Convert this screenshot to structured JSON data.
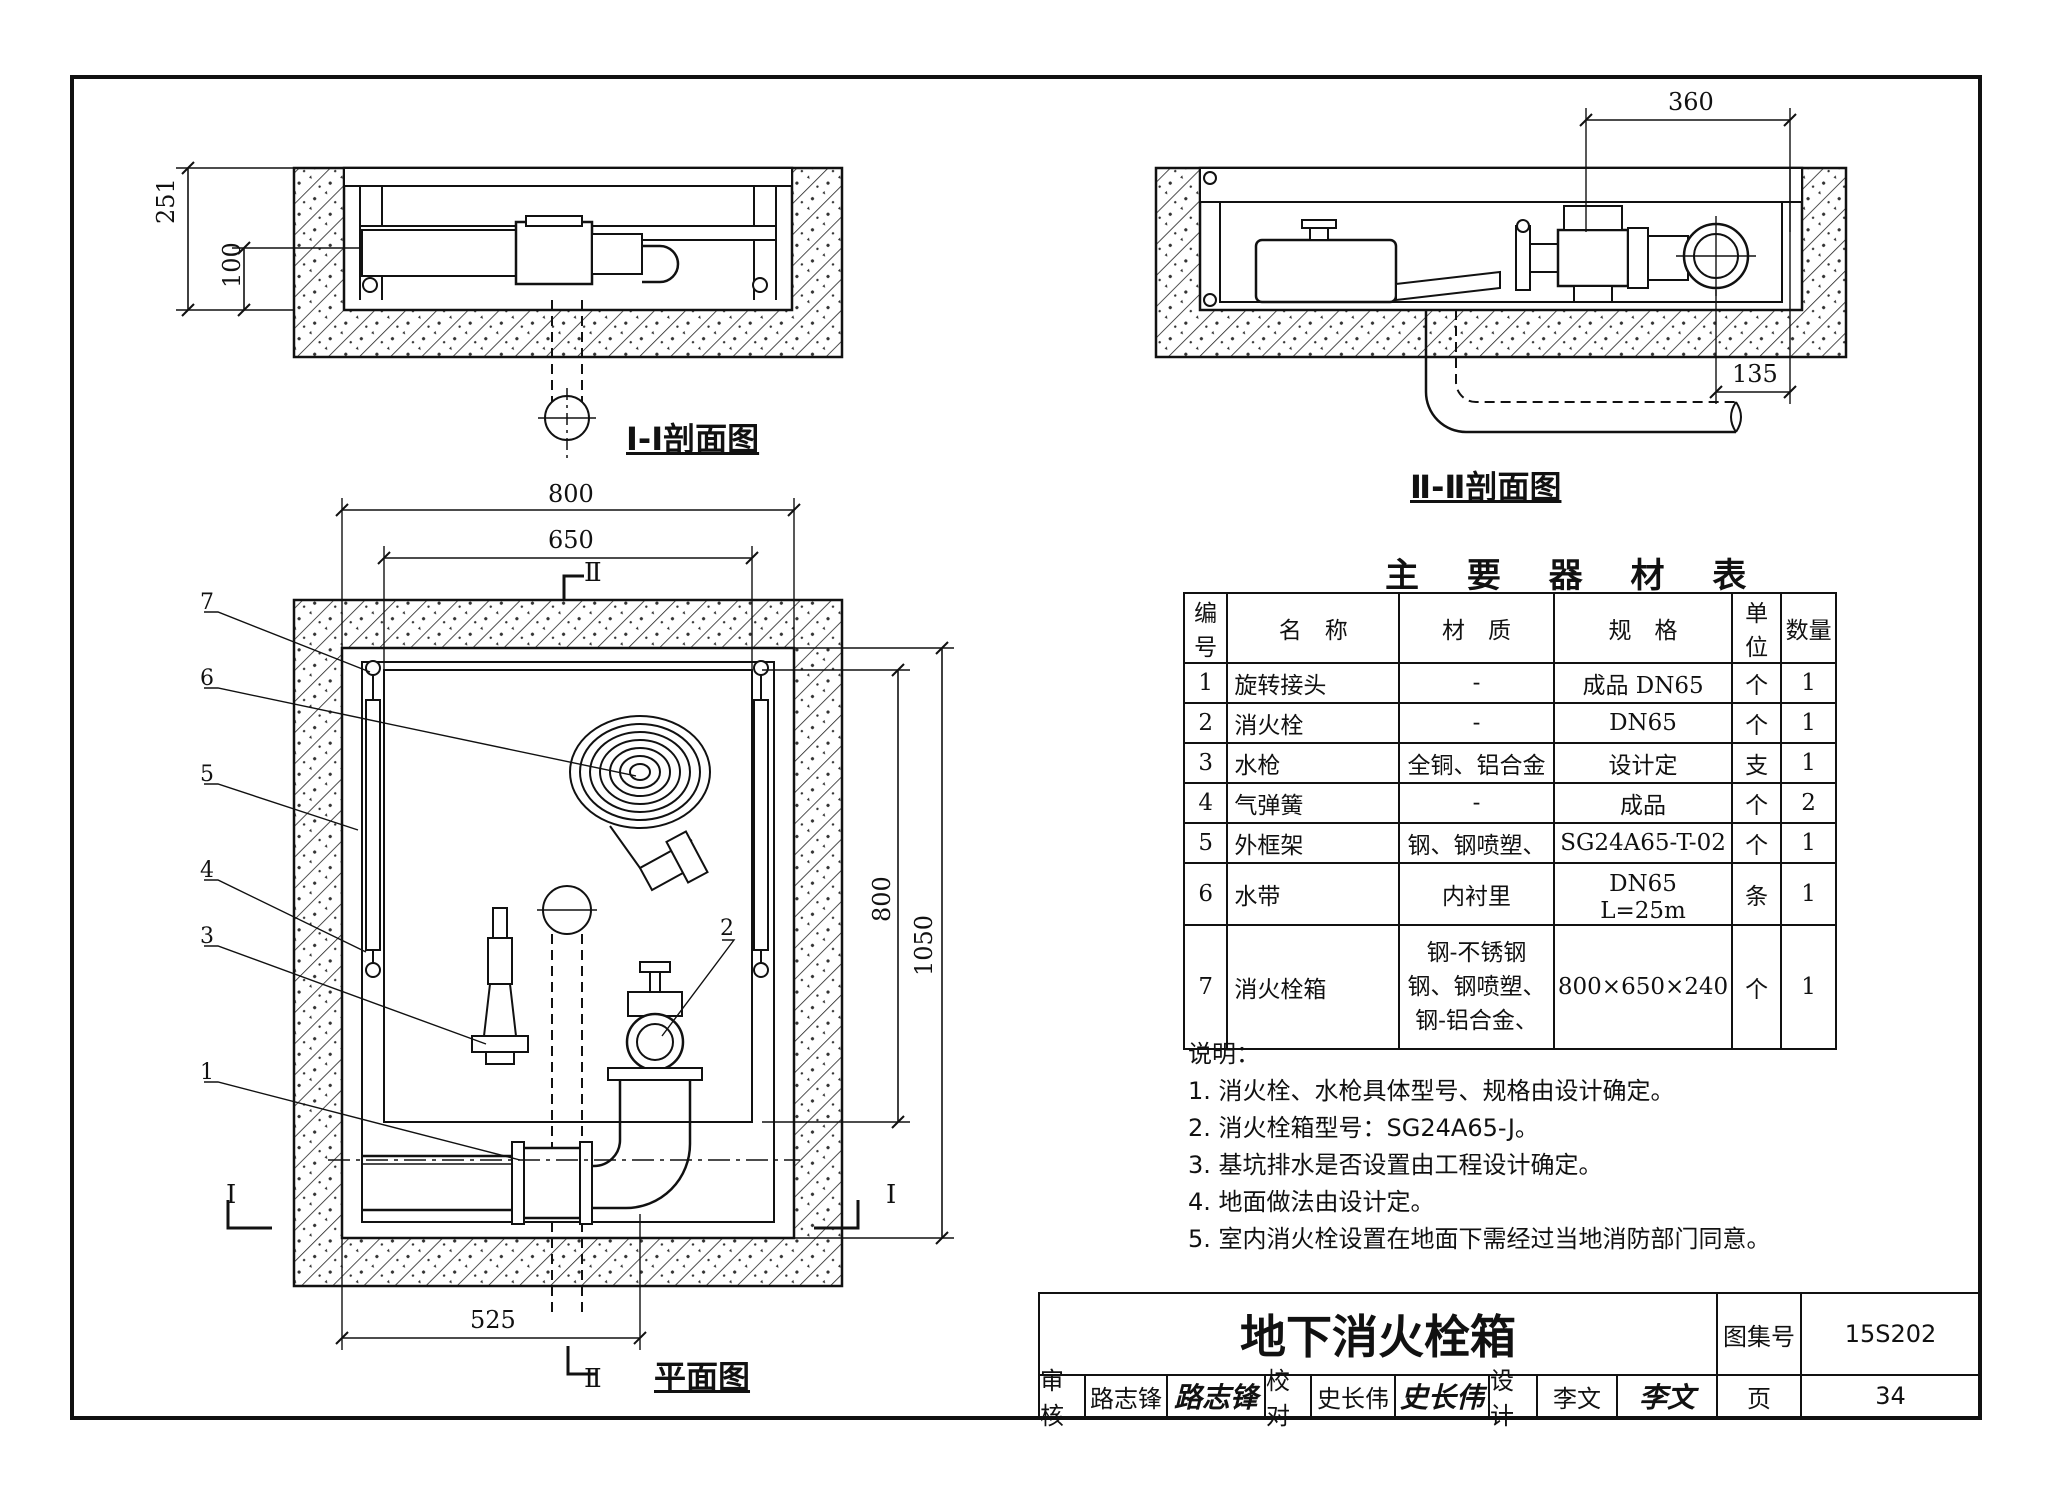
{
  "sections": {
    "section_1": "I-I剖面图",
    "section_2": "Ⅱ-Ⅱ剖面图",
    "plan": "平面图",
    "marker_I": "I",
    "marker_II": "Ⅱ"
  },
  "dimensions": {
    "d251": "251",
    "d100": "100",
    "d360": "360",
    "d135": "135",
    "d800_top": "800",
    "d650": "650",
    "d800_side": "800",
    "d1050": "1050",
    "d525": "525"
  },
  "callouts": [
    "1",
    "2",
    "3",
    "4",
    "5",
    "6",
    "7"
  ],
  "materials": {
    "title": "主 要 器 材 表",
    "headers": [
      "编号",
      "名　称",
      "材　质",
      "规　格",
      "单位",
      "数量"
    ],
    "rows": [
      {
        "no": "1",
        "name": "旋转接头",
        "material": "-",
        "spec": "成品 DN65",
        "unit": "个",
        "qty": "1"
      },
      {
        "no": "2",
        "name": "消火栓",
        "material": "-",
        "spec": "DN65",
        "unit": "个",
        "qty": "1"
      },
      {
        "no": "3",
        "name": "水枪",
        "material": "全铜、铝合金",
        "spec": "设计定",
        "unit": "支",
        "qty": "1"
      },
      {
        "no": "4",
        "name": "气弹簧",
        "material": "-",
        "spec": "成品",
        "unit": "个",
        "qty": "2"
      },
      {
        "no": "5",
        "name": "外框架",
        "material": "钢、钢喷塑、",
        "spec": "SG24A65-T-02",
        "unit": "个",
        "qty": "1"
      },
      {
        "no": "6",
        "name": "水带",
        "material": "内衬里",
        "spec": "DN65　L=25m",
        "unit": "条",
        "qty": "1"
      },
      {
        "no": "7",
        "name": "消火栓箱",
        "material_lines": [
          "钢-不锈钢",
          "钢、钢喷塑、",
          "钢-铝合金、"
        ],
        "spec": "800×650×240",
        "unit": "个",
        "qty": "1"
      }
    ]
  },
  "notes": {
    "heading": "说明：",
    "items": [
      "1. 消火栓、水枪具体型号、规格由设计确定。",
      "2. 消火栓箱型号：SG24A65-J。",
      "3. 基坑排水是否设置由工程设计确定。",
      "4. 地面做法由设计定。",
      "5. 室内消火栓设置在地面下需经过当地消防部门同意。"
    ]
  },
  "title_block": {
    "title": "地下消火栓箱",
    "atlas_label": "图集号",
    "atlas_no": "15S202",
    "review_label": "审核",
    "reviewer": "路志锋",
    "check_label": "校对",
    "checker": "史长伟",
    "design_label": "设计",
    "designer": "李文",
    "page_label": "页",
    "page_no": "34"
  }
}
